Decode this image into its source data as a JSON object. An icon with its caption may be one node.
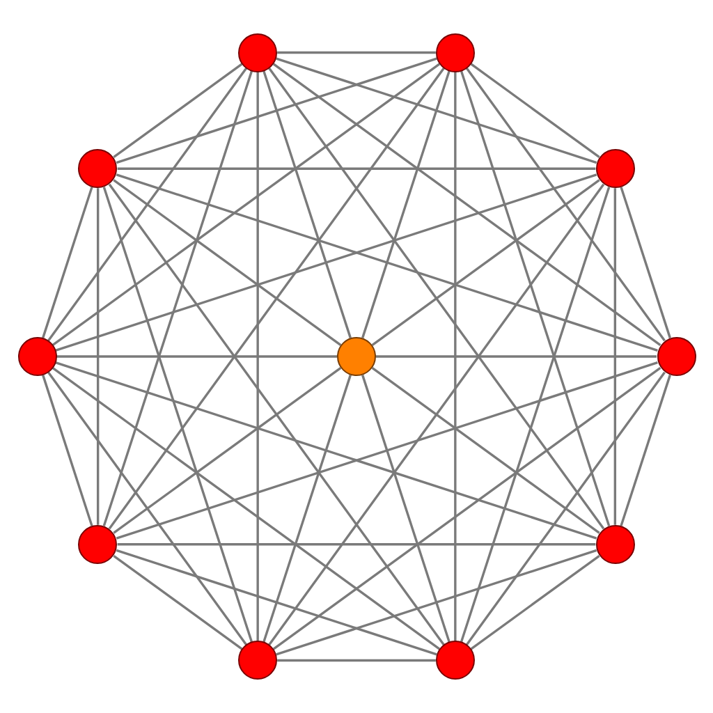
{
  "diagram": {
    "nodes": [
      {
        "text": [],
        "shape": "circle"
      },
      {
        "text": [],
        "shape": "circle"
      },
      {
        "text": [],
        "shape": "circle"
      },
      {
        "text": [],
        "shape": "circle"
      },
      {
        "text": [],
        "shape": "circle"
      },
      {
        "text": [],
        "shape": "circle"
      },
      {
        "text": [],
        "shape": "circle"
      },
      {
        "text": [],
        "shape": "circle"
      },
      {
        "text": [],
        "shape": "circle"
      },
      {
        "text": [],
        "shape": "circle"
      },
      {
        "text": [],
        "shape": "circle"
      }
    ],
    "edges": [
      {
        "from": 0,
        "to": 1,
        "arrow": "none"
      },
      {
        "from": 0,
        "to": 2,
        "arrow": "none"
      },
      {
        "from": 0,
        "to": 3,
        "arrow": "none"
      },
      {
        "from": 0,
        "to": 4,
        "arrow": "none"
      },
      {
        "from": 0,
        "to": 5,
        "arrow": "none"
      },
      {
        "from": 0,
        "to": 6,
        "arrow": "none"
      },
      {
        "from": 0,
        "to": 7,
        "arrow": "none"
      },
      {
        "from": 0,
        "to": 8,
        "arrow": "none"
      },
      {
        "from": 0,
        "to": 9,
        "arrow": "none"
      },
      {
        "from": 1,
        "to": 2,
        "arrow": "none"
      },
      {
        "from": 1,
        "to": 3,
        "arrow": "none"
      },
      {
        "from": 1,
        "to": 4,
        "arrow": "none"
      },
      {
        "from": 1,
        "to": 5,
        "arrow": "none"
      },
      {
        "from": 1,
        "to": 6,
        "arrow": "none"
      },
      {
        "from": 1,
        "to": 7,
        "arrow": "none"
      },
      {
        "from": 1,
        "to": 8,
        "arrow": "none"
      },
      {
        "from": 1,
        "to": 10,
        "arrow": "none"
      },
      {
        "from": 2,
        "to": 3,
        "arrow": "none"
      },
      {
        "from": 2,
        "to": 4,
        "arrow": "none"
      },
      {
        "from": 2,
        "to": 5,
        "arrow": "none"
      },
      {
        "from": 2,
        "to": 6,
        "arrow": "none"
      },
      {
        "from": 2,
        "to": 7,
        "arrow": "none"
      },
      {
        "from": 2,
        "to": 9,
        "arrow": "none"
      },
      {
        "from": 2,
        "to": 10,
        "arrow": "none"
      },
      {
        "from": 3,
        "to": 4,
        "arrow": "none"
      },
      {
        "from": 3,
        "to": 5,
        "arrow": "none"
      },
      {
        "from": 3,
        "to": 6,
        "arrow": "none"
      },
      {
        "from": 3,
        "to": 8,
        "arrow": "none"
      },
      {
        "from": 3,
        "to": 9,
        "arrow": "none"
      },
      {
        "from": 3,
        "to": 10,
        "arrow": "none"
      },
      {
        "from": 4,
        "to": 5,
        "arrow": "none"
      },
      {
        "from": 4,
        "to": 7,
        "arrow": "none"
      },
      {
        "from": 4,
        "to": 8,
        "arrow": "none"
      },
      {
        "from": 4,
        "to": 9,
        "arrow": "none"
      },
      {
        "from": 4,
        "to": 10,
        "arrow": "none"
      },
      {
        "from": 5,
        "to": 6,
        "arrow": "none"
      },
      {
        "from": 5,
        "to": 7,
        "arrow": "none"
      },
      {
        "from": 5,
        "to": 8,
        "arrow": "none"
      },
      {
        "from": 5,
        "to": 9,
        "arrow": "none"
      },
      {
        "from": 5,
        "to": 10,
        "arrow": "none"
      },
      {
        "from": 6,
        "to": 7,
        "arrow": "none"
      },
      {
        "from": 6,
        "to": 8,
        "arrow": "none"
      },
      {
        "from": 6,
        "to": 9,
        "arrow": "none"
      },
      {
        "from": 6,
        "to": 10,
        "arrow": "none"
      },
      {
        "from": 7,
        "to": 8,
        "arrow": "none"
      },
      {
        "from": 7,
        "to": 9,
        "arrow": "none"
      },
      {
        "from": 7,
        "to": 10,
        "arrow": "none"
      },
      {
        "from": 8,
        "to": 9,
        "arrow": "none"
      },
      {
        "from": 8,
        "to": 10,
        "arrow": "none"
      },
      {
        "from": 9,
        "to": 10,
        "arrow": "none"
      }
    ]
  }
}
